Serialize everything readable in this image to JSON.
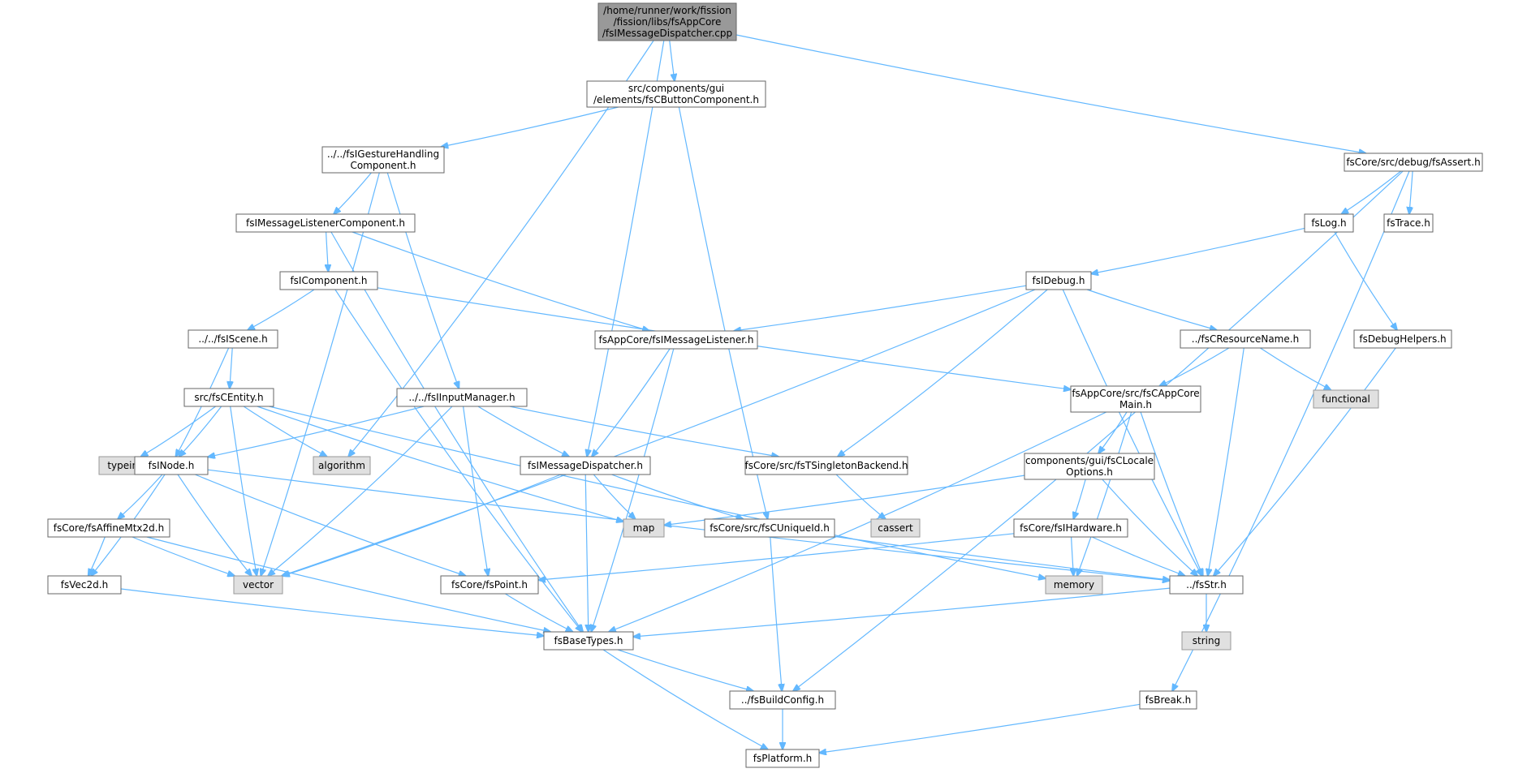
{
  "title": "/home/runner/work/fission/fission/libs/fsAppCore/fsIMessageDispatcher.cpp",
  "colors": {
    "edge": "#63b8ff",
    "root_fill": "#999999",
    "system_fill": "#e0e0e0",
    "node_border": "#666666"
  },
  "nodes": [
    {
      "id": "root",
      "label": [
        "/home/runner/work/fission",
        "/fission/libs/fsAppCore",
        "/fsIMessageDispatcher.cpp"
      ],
      "kind": "root"
    },
    {
      "id": "btn",
      "label": [
        "src/components/gui",
        "/elements/fsCButtonComponent.h"
      ],
      "kind": "file"
    },
    {
      "id": "assert",
      "label": [
        "fsCore/src/debug/fsAssert.h"
      ],
      "kind": "file"
    },
    {
      "id": "gesture",
      "label": [
        "../../fsIGestureHandling",
        "Component.h"
      ],
      "kind": "file"
    },
    {
      "id": "mlc",
      "label": [
        "fsIMessageListenerComponent.h"
      ],
      "kind": "file"
    },
    {
      "id": "log",
      "label": [
        "fsLog.h"
      ],
      "kind": "file"
    },
    {
      "id": "trace",
      "label": [
        "fsTrace.h"
      ],
      "kind": "file"
    },
    {
      "id": "icomp",
      "label": [
        "fsIComponent.h"
      ],
      "kind": "file"
    },
    {
      "id": "idebug",
      "label": [
        "fsIDebug.h"
      ],
      "kind": "file"
    },
    {
      "id": "iscene",
      "label": [
        "../../fsIScene.h"
      ],
      "kind": "file"
    },
    {
      "id": "iml",
      "label": [
        "fsAppCore/fsIMessageListener.h"
      ],
      "kind": "file"
    },
    {
      "id": "resname",
      "label": [
        "../fsCResourceName.h"
      ],
      "kind": "file"
    },
    {
      "id": "dbghelp",
      "label": [
        "fsDebugHelpers.h"
      ],
      "kind": "file"
    },
    {
      "id": "entity",
      "label": [
        "src/fsCEntity.h"
      ],
      "kind": "file"
    },
    {
      "id": "inputmgr",
      "label": [
        "../../fsIInputManager.h"
      ],
      "kind": "file"
    },
    {
      "id": "appmain",
      "label": [
        "fsAppCore/src/fsCAppCore",
        "Main.h"
      ],
      "kind": "file"
    },
    {
      "id": "functional",
      "label": [
        "functional"
      ],
      "kind": "system"
    },
    {
      "id": "typeinfo",
      "label": [
        "typeinfo"
      ],
      "kind": "system"
    },
    {
      "id": "inode",
      "label": [
        "fsINode.h"
      ],
      "kind": "file"
    },
    {
      "id": "algorithm",
      "label": [
        "algorithm"
      ],
      "kind": "system"
    },
    {
      "id": "imd",
      "label": [
        "fsIMessageDispatcher.h"
      ],
      "kind": "file"
    },
    {
      "id": "singleton",
      "label": [
        "fsCore/src/fsTSingletonBackend.h"
      ],
      "kind": "file"
    },
    {
      "id": "locale",
      "label": [
        "components/gui/fsCLocale",
        "Options.h"
      ],
      "kind": "file"
    },
    {
      "id": "affine",
      "label": [
        "fsCore/fsAffineMtx2d.h"
      ],
      "kind": "file"
    },
    {
      "id": "map",
      "label": [
        "map"
      ],
      "kind": "system"
    },
    {
      "id": "uniqueid",
      "label": [
        "fsCore/src/fsCUniqueId.h"
      ],
      "kind": "file"
    },
    {
      "id": "cassert",
      "label": [
        "cassert"
      ],
      "kind": "system"
    },
    {
      "id": "hardware",
      "label": [
        "fsCore/fsIHardware.h"
      ],
      "kind": "file"
    },
    {
      "id": "vec2d",
      "label": [
        "fsVec2d.h"
      ],
      "kind": "file"
    },
    {
      "id": "vector",
      "label": [
        "vector"
      ],
      "kind": "system"
    },
    {
      "id": "point",
      "label": [
        "fsCore/fsPoint.h"
      ],
      "kind": "file"
    },
    {
      "id": "memory",
      "label": [
        "memory"
      ],
      "kind": "system"
    },
    {
      "id": "str",
      "label": [
        "../fsStr.h"
      ],
      "kind": "file"
    },
    {
      "id": "string",
      "label": [
        "string"
      ],
      "kind": "system"
    },
    {
      "id": "basetypes",
      "label": [
        "fsBaseTypes.h"
      ],
      "kind": "file"
    },
    {
      "id": "buildcfg",
      "label": [
        "../fsBuildConfig.h"
      ],
      "kind": "file"
    },
    {
      "id": "break",
      "label": [
        "fsBreak.h"
      ],
      "kind": "file"
    },
    {
      "id": "platform",
      "label": [
        "fsPlatform.h"
      ],
      "kind": "file"
    }
  ],
  "edges": [
    [
      "root",
      "btn"
    ],
    [
      "root",
      "imd"
    ],
    [
      "root",
      "algorithm"
    ],
    [
      "root",
      "assert"
    ],
    [
      "btn",
      "gesture"
    ],
    [
      "btn",
      "uniqueid"
    ],
    [
      "gesture",
      "mlc"
    ],
    [
      "gesture",
      "inputmgr"
    ],
    [
      "gesture",
      "vector"
    ],
    [
      "mlc",
      "icomp"
    ],
    [
      "mlc",
      "iml"
    ],
    [
      "mlc",
      "basetypes"
    ],
    [
      "icomp",
      "iscene"
    ],
    [
      "icomp",
      "appmain"
    ],
    [
      "icomp",
      "basetypes"
    ],
    [
      "iscene",
      "entity"
    ],
    [
      "iscene",
      "inode"
    ],
    [
      "entity",
      "inode"
    ],
    [
      "entity",
      "typeinfo"
    ],
    [
      "entity",
      "algorithm"
    ],
    [
      "entity",
      "map"
    ],
    [
      "entity",
      "vector"
    ],
    [
      "entity",
      "memory"
    ],
    [
      "inputmgr",
      "inode"
    ],
    [
      "inputmgr",
      "imd"
    ],
    [
      "inputmgr",
      "singleton"
    ],
    [
      "inputmgr",
      "point"
    ],
    [
      "inputmgr",
      "vector"
    ],
    [
      "inode",
      "affine"
    ],
    [
      "inode",
      "vec2d"
    ],
    [
      "inode",
      "vector"
    ],
    [
      "inode",
      "point"
    ],
    [
      "inode",
      "str"
    ],
    [
      "affine",
      "vec2d"
    ],
    [
      "affine",
      "vector"
    ],
    [
      "affine",
      "basetypes"
    ],
    [
      "vec2d",
      "basetypes"
    ],
    [
      "imd",
      "map"
    ],
    [
      "imd",
      "uniqueid"
    ],
    [
      "imd",
      "vector"
    ],
    [
      "imd",
      "basetypes"
    ],
    [
      "iml",
      "imd"
    ],
    [
      "iml",
      "basetypes"
    ],
    [
      "singleton",
      "cassert"
    ],
    [
      "uniqueid",
      "buildcfg"
    ],
    [
      "uniqueid",
      "str"
    ],
    [
      "point",
      "basetypes"
    ],
    [
      "assert",
      "log"
    ],
    [
      "assert",
      "trace"
    ],
    [
      "assert",
      "buildcfg"
    ],
    [
      "assert",
      "break"
    ],
    [
      "log",
      "idebug"
    ],
    [
      "log",
      "dbghelp"
    ],
    [
      "idebug",
      "iml"
    ],
    [
      "idebug",
      "resname"
    ],
    [
      "idebug",
      "singleton"
    ],
    [
      "idebug",
      "vector"
    ],
    [
      "idebug",
      "str"
    ],
    [
      "resname",
      "appmain"
    ],
    [
      "resname",
      "functional"
    ],
    [
      "resname",
      "str"
    ],
    [
      "dbghelp",
      "str"
    ],
    [
      "appmain",
      "locale"
    ],
    [
      "appmain",
      "memory"
    ],
    [
      "appmain",
      "str"
    ],
    [
      "appmain",
      "basetypes"
    ],
    [
      "locale",
      "hardware"
    ],
    [
      "locale",
      "map"
    ],
    [
      "locale",
      "str"
    ],
    [
      "hardware",
      "memory"
    ],
    [
      "hardware",
      "str"
    ],
    [
      "hardware",
      "point"
    ],
    [
      "str",
      "string"
    ],
    [
      "str",
      "basetypes"
    ],
    [
      "basetypes",
      "buildcfg"
    ],
    [
      "basetypes",
      "platform"
    ],
    [
      "buildcfg",
      "platform"
    ],
    [
      "break",
      "platform"
    ]
  ]
}
